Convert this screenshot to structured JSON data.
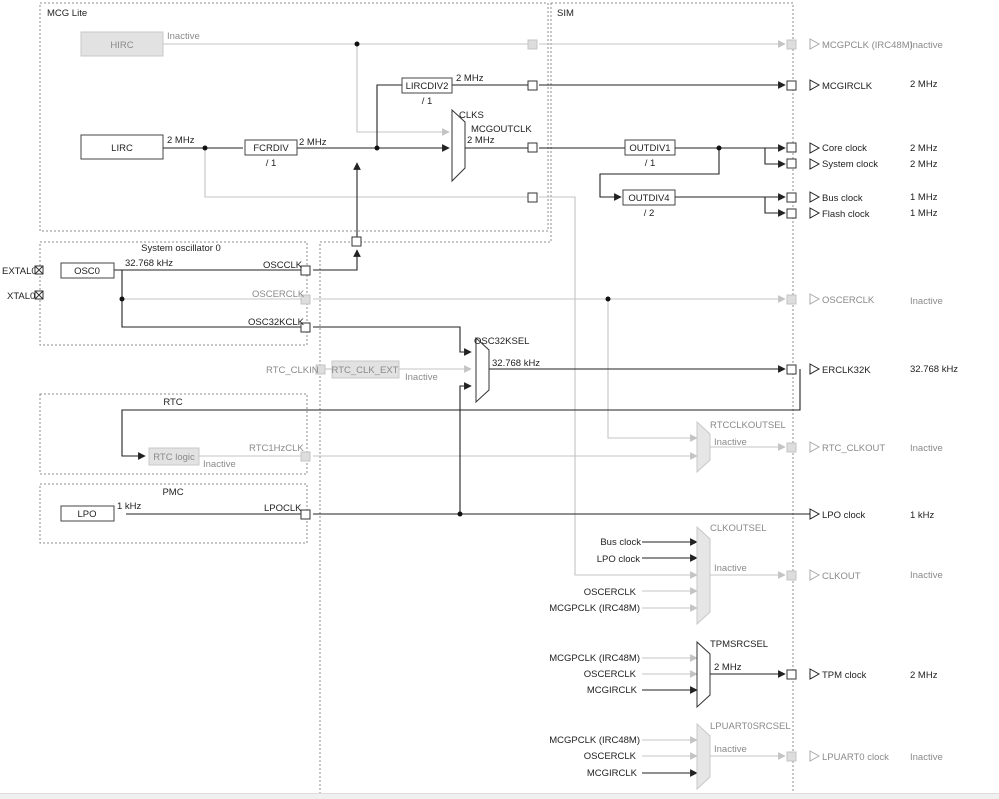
{
  "regions": {
    "mcg_lite": "MCG Lite",
    "sim": "SIM",
    "system_oscillator": "System oscillator 0",
    "rtc": "RTC",
    "pmc": "PMC"
  },
  "pins": {
    "extal0": "EXTAL0",
    "xtal0": "XTAL0",
    "rtc_clkin": "RTC_CLKIN"
  },
  "blocks": {
    "hirc": "HIRC",
    "lirc": "LIRC",
    "fcrdiv": "FCRDIV",
    "fcrdiv_div": "/ 1",
    "lircdiv2": "LIRCDIV2",
    "lircdiv2_div": "/ 1",
    "outdiv1": "OUTDIV1",
    "outdiv1_div": "/ 1",
    "outdiv4": "OUTDIV4",
    "outdiv4_div": "/ 2",
    "osc0": "OSC0",
    "rtc_clk_ext": "RTC_CLK_EXT",
    "rtc_logic": "RTC logic",
    "lpo": "LPO"
  },
  "signals": {
    "hirc_status": "Inactive",
    "lirc_freq": "2 MHz",
    "fcrdiv_freq": "2 MHz",
    "lircdiv2_freq": "2 MHz",
    "clks": "CLKS",
    "mcgoutclk": "MCGOUTCLK",
    "mcgoutclk_freq": "2 MHz",
    "osc0_freq": "32.768 kHz",
    "oscclk": "OSCCLK",
    "oscerclk": "OSCERCLK",
    "osc32kclk": "OSC32KCLK",
    "osc32ksel": "OSC32KSEL",
    "osc32ksel_freq": "32.768 kHz",
    "rtc_clk_ext_status": "Inactive",
    "rtc1hzclk": "RTC1HzCLK",
    "rtc_logic_status": "Inactive",
    "lpo_freq": "1 kHz",
    "lpoclk": "LPOCLK",
    "rtcclkoutsel": "RTCCLKOUTSEL",
    "rtcclkoutsel_status": "Inactive",
    "clkoutsel": "CLKOUTSEL",
    "clkoutsel_status": "Inactive",
    "tpmsrcsel": "TPMSRCSEL",
    "tpmsrcsel_freq": "2 MHz",
    "lpuart0srcsel": "LPUART0SRCSEL",
    "lpuart0srcsel_status": "Inactive"
  },
  "mux_inputs": {
    "clkout_bus": "Bus clock",
    "clkout_lpo": "LPO clock",
    "clkout_oscer": "OSCERCLK",
    "clkout_mcgp": "MCGPCLK (IRC48M)",
    "tpm_mcgp": "MCGPCLK (IRC48M)",
    "tpm_oscer": "OSCERCLK",
    "tpm_mcgir": "MCGIRCLK",
    "lpuart_mcgp": "MCGPCLK (IRC48M)",
    "lpuart_oscer": "OSCERCLK",
    "lpuart_mcgir": "MCGIRCLK"
  },
  "outputs": [
    {
      "name": "MCGPCLK (IRC48M)",
      "value": "Inactive",
      "active": false
    },
    {
      "name": "MCGIRCLK",
      "value": "2 MHz",
      "active": true
    },
    {
      "name": "Core clock",
      "value": "2 MHz",
      "active": true
    },
    {
      "name": "System clock",
      "value": "2 MHz",
      "active": true
    },
    {
      "name": "Bus clock",
      "value": "1 MHz",
      "active": true
    },
    {
      "name": "Flash clock",
      "value": "1 MHz",
      "active": true
    },
    {
      "name": "OSCERCLK",
      "value": "Inactive",
      "active": false
    },
    {
      "name": "ERCLK32K",
      "value": "32.768 kHz",
      "active": true
    },
    {
      "name": "RTC_CLKOUT",
      "value": "Inactive",
      "active": false
    },
    {
      "name": "LPO clock",
      "value": "1 kHz",
      "active": true
    },
    {
      "name": "CLKOUT",
      "value": "Inactive",
      "active": false
    },
    {
      "name": "TPM clock",
      "value": "2 MHz",
      "active": true
    },
    {
      "name": "LPUART0 clock",
      "value": "Inactive",
      "active": false
    }
  ],
  "colors": {
    "active_line": "#222222",
    "inactive_line": "#c4c4c4",
    "inactive_text": "#8a8a8a",
    "region_border": "#8c8c8c"
  }
}
